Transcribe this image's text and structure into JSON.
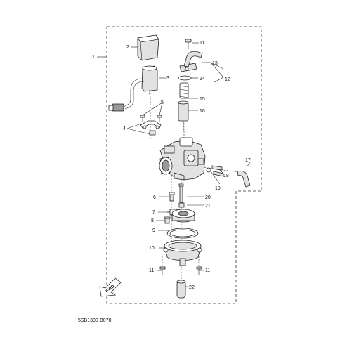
{
  "diagram": {
    "drawing_code": "5SB1300-B070",
    "fwd_label": "FWD",
    "callouts": [
      "1",
      "2",
      "3",
      "4",
      "5",
      "6",
      "7",
      "8",
      "9",
      "10",
      "11",
      "11",
      "11",
      "12",
      "13",
      "14",
      "15",
      "16",
      "17",
      "18",
      "19",
      "20",
      "21",
      "22"
    ]
  }
}
